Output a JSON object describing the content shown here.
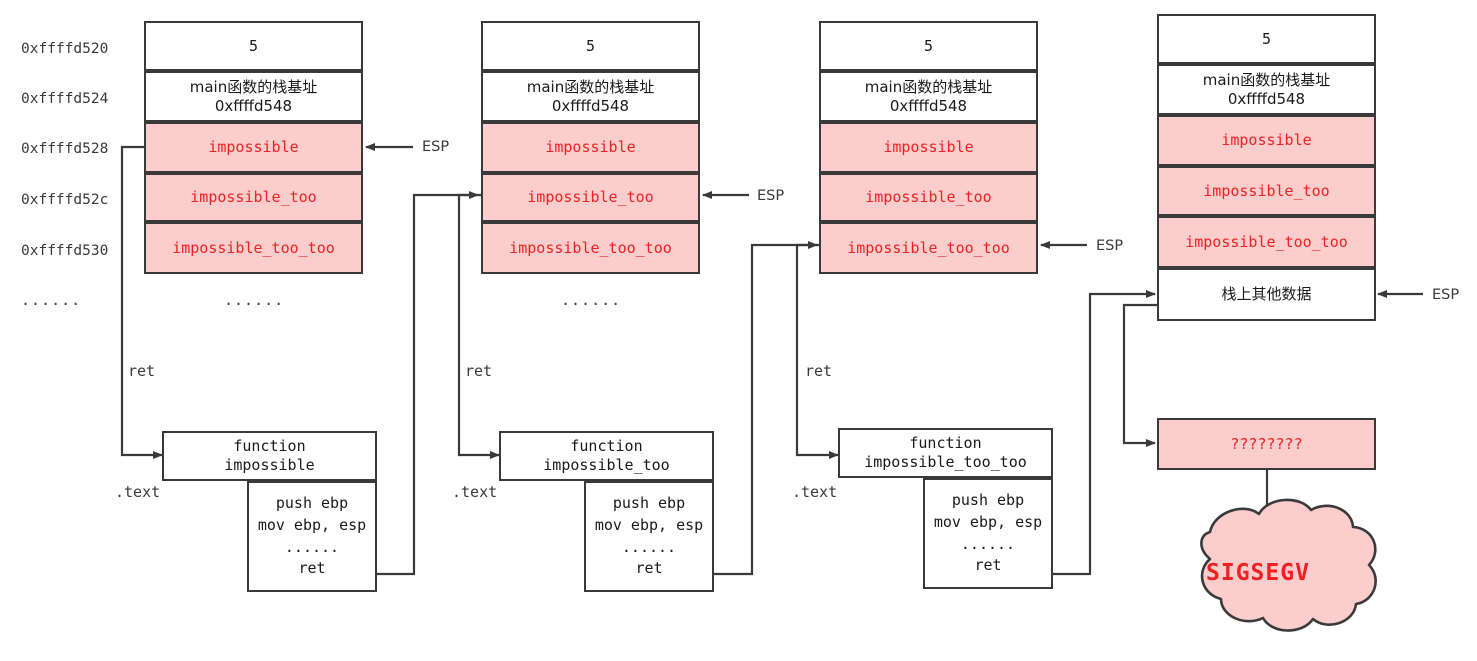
{
  "theme": {
    "stroke": "#3a3a3a",
    "danger_fill": "#fbcdcd",
    "danger_text": "#ee2222",
    "box_fill": "#ffffff",
    "text": "#1a1a1a"
  },
  "addresses": {
    "label_0": "0xffffd520",
    "label_1": "0xffffd524",
    "label_2": "0xffffd528",
    "label_3": "0xffffd52c",
    "label_4": "0xffffd530",
    "ellipsis": "......"
  },
  "stack_rows": {
    "value_5": "5",
    "main_base": "main函数的栈基址\n0xffffd548",
    "impossible": "impossible",
    "impossible_too": "impossible_too",
    "impossible_too_too": "impossible_too_too",
    "other_stack_data": "栈上其他数据",
    "ellipsis": "......"
  },
  "stacks": [
    {
      "id": "stack-1",
      "esp_label": "ESP",
      "esp_row_index": 2,
      "has_other_data_row": false,
      "has_ellipsis": true,
      "rows": [
        {
          "text_key": "value_5",
          "danger": false,
          "cjk": false
        },
        {
          "text_key": "main_base",
          "danger": false,
          "cjk": true
        },
        {
          "text_key": "impossible",
          "danger": true,
          "cjk": false
        },
        {
          "text_key": "impossible_too",
          "danger": true,
          "cjk": false
        },
        {
          "text_key": "impossible_too_too",
          "danger": true,
          "cjk": false
        }
      ]
    },
    {
      "id": "stack-2",
      "esp_label": "ESP",
      "esp_row_index": 3,
      "has_other_data_row": false,
      "has_ellipsis": true,
      "rows": [
        {
          "text_key": "value_5",
          "danger": false,
          "cjk": false
        },
        {
          "text_key": "main_base",
          "danger": false,
          "cjk": true
        },
        {
          "text_key": "impossible",
          "danger": true,
          "cjk": false
        },
        {
          "text_key": "impossible_too",
          "danger": true,
          "cjk": false
        },
        {
          "text_key": "impossible_too_too",
          "danger": true,
          "cjk": false
        }
      ]
    },
    {
      "id": "stack-3",
      "esp_label": "ESP",
      "esp_row_index": 4,
      "has_other_data_row": false,
      "has_ellipsis": false,
      "rows": [
        {
          "text_key": "value_5",
          "danger": false,
          "cjk": false
        },
        {
          "text_key": "main_base",
          "danger": false,
          "cjk": true
        },
        {
          "text_key": "impossible",
          "danger": true,
          "cjk": false
        },
        {
          "text_key": "impossible_too",
          "danger": true,
          "cjk": false
        },
        {
          "text_key": "impossible_too_too",
          "danger": true,
          "cjk": false
        }
      ]
    },
    {
      "id": "stack-4",
      "esp_label": "ESP",
      "esp_row_index": 5,
      "has_other_data_row": true,
      "has_ellipsis": false,
      "rows": [
        {
          "text_key": "value_5",
          "danger": false,
          "cjk": false
        },
        {
          "text_key": "main_base",
          "danger": false,
          "cjk": true
        },
        {
          "text_key": "impossible",
          "danger": true,
          "cjk": false
        },
        {
          "text_key": "impossible_too",
          "danger": true,
          "cjk": false
        },
        {
          "text_key": "impossible_too_too",
          "danger": true,
          "cjk": false
        },
        {
          "text_key": "other_stack_data",
          "danger": false,
          "cjk": true
        }
      ]
    }
  ],
  "functions": [
    {
      "id": "fn-1",
      "head": "function\nimpossible",
      "body": "push ebp\nmov ebp, esp\n......\nret",
      "ret_label": "ret",
      "text_label": ".text"
    },
    {
      "id": "fn-2",
      "head": "function\nimpossible_too",
      "body": "push ebp\nmov ebp, esp\n......\nret",
      "ret_label": "ret",
      "text_label": ".text"
    },
    {
      "id": "fn-3",
      "head": "function\nimpossible_too_too",
      "body": "push ebp\nmov ebp, esp\n......\nret",
      "ret_label": "ret",
      "text_label": ".text"
    }
  ],
  "crash": {
    "unknown_label": "????????",
    "signal_label": "SIGSEGV"
  }
}
